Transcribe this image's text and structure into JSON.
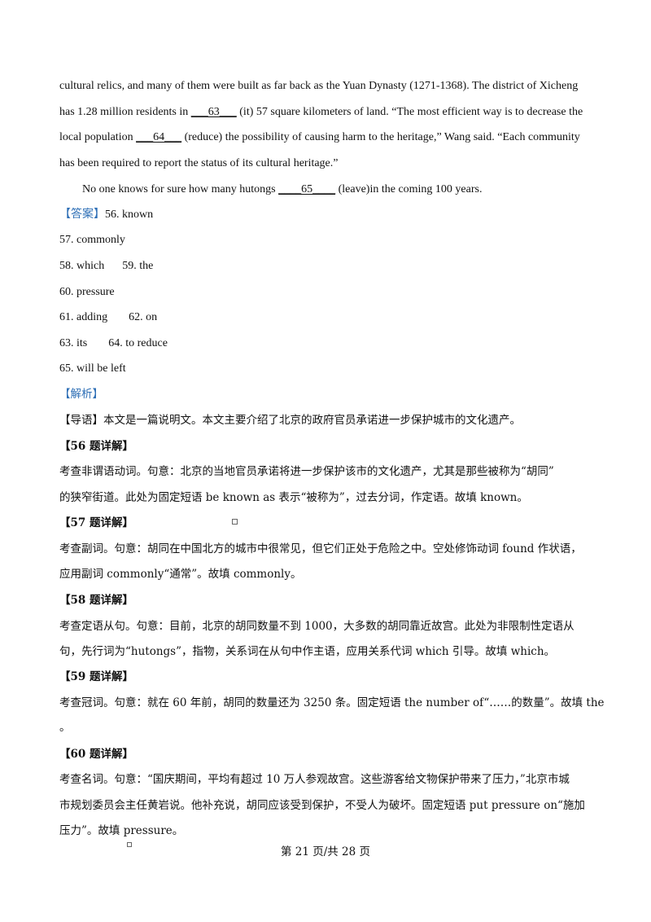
{
  "passage": {
    "line1": "cultural relics, and many of them were built as far back as the Yuan Dynasty (1271-1368). The district of Xicheng",
    "line2_a": "has 1.28 million residents in ",
    "blank63": "___63___",
    "line2_b": " (it) 57 square kilometers of land. “The most efficient way is to decrease the",
    "line3_a": "local population ",
    "blank64": "___64___",
    "line3_b": " (reduce) the possibility of causing harm to the heritage,” Wang said. “Each community",
    "line4": "has been required to report the status of its cultural heritage.”",
    "line5_a": "No one knows for sure how many hutongs ",
    "blank65": "____65____",
    "line5_b": " (leave)in the coming 100 years."
  },
  "answers": {
    "label": "【答案】",
    "a56": "56. known",
    "a57": "57. commonly",
    "a58": "58. which",
    "a59": "59. the",
    "a60": "60. pressure",
    "a61": "61. adding",
    "a62": "62. on",
    "a63": "63. its",
    "a64": "64. to reduce",
    "a65": "65. will be left"
  },
  "analysis": {
    "label": "【解析】",
    "guide": "【导语】本文是一篇说明文。本文主要介绍了北京的政府官员承诺进一步保护城市的文化遗产。",
    "q56_title": "【56 题详解】",
    "q56_l1": "考查非谓语动词。句意：北京的当地官员承诺将进一步保护该市的文化遗产，尤其是那些被称为“胡同”",
    "q56_l2": "的狭窄街道。此处为固定短语 be known as 表示“被称为”，过去分词，作定语。故填 known。",
    "q57_title": "【57 题详解】",
    "q57_l1": "考查副词。句意：胡同在中国北方的城市中很常见，但它们正处于危险之中。空处修饰动词 found 作状语，",
    "q57_l2": "应用副词 commonly“通常”。故填 commonly。",
    "q58_title": "【58 题详解】",
    "q58_l1": "考查定语从句。句意：目前，北京的胡同数量不到 1000，大多数的胡同靠近故宫。此处为非限制性定语从",
    "q58_l2": "句，先行词为“hutongs”，指物，关系词在从句中作主语，应用关系代词 which 引导。故填 which。",
    "q59_title": "【59 题详解】",
    "q59_l1": "考查冠词。句意：就在 60 年前，胡同的数量还为 3250 条。固定短语 the number of“……的数量”。故填 the",
    "q59_l2": "。",
    "q60_title": "【60 题详解】",
    "q60_l1": "考查名词。句意：“国庆期间，平均有超过 10 万人参观故宫。这些游客给文物保护带来了压力，”北京市城",
    "q60_l2": "市规划委员会主任黄岩说。他补充说，胡同应该受到保护，不受人为破坏。固定短语 put pressure on“施加",
    "q60_l3": "压力”。故填 pressure。"
  },
  "footer": {
    "page": "第 21 页/共 28 页"
  }
}
